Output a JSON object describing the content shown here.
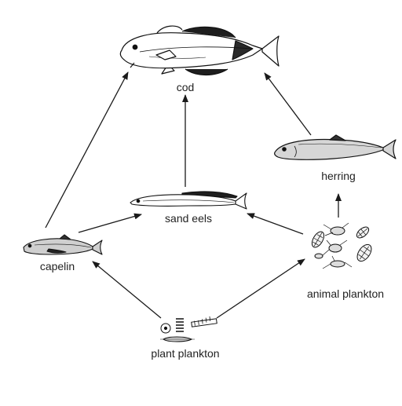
{
  "labels": {
    "cod": "cod",
    "herring": "herring",
    "sand_eels": "sand eels",
    "capelin": "capelin",
    "animal_plankton": "animal plankton",
    "plant_plankton": "plant plankton"
  }
}
